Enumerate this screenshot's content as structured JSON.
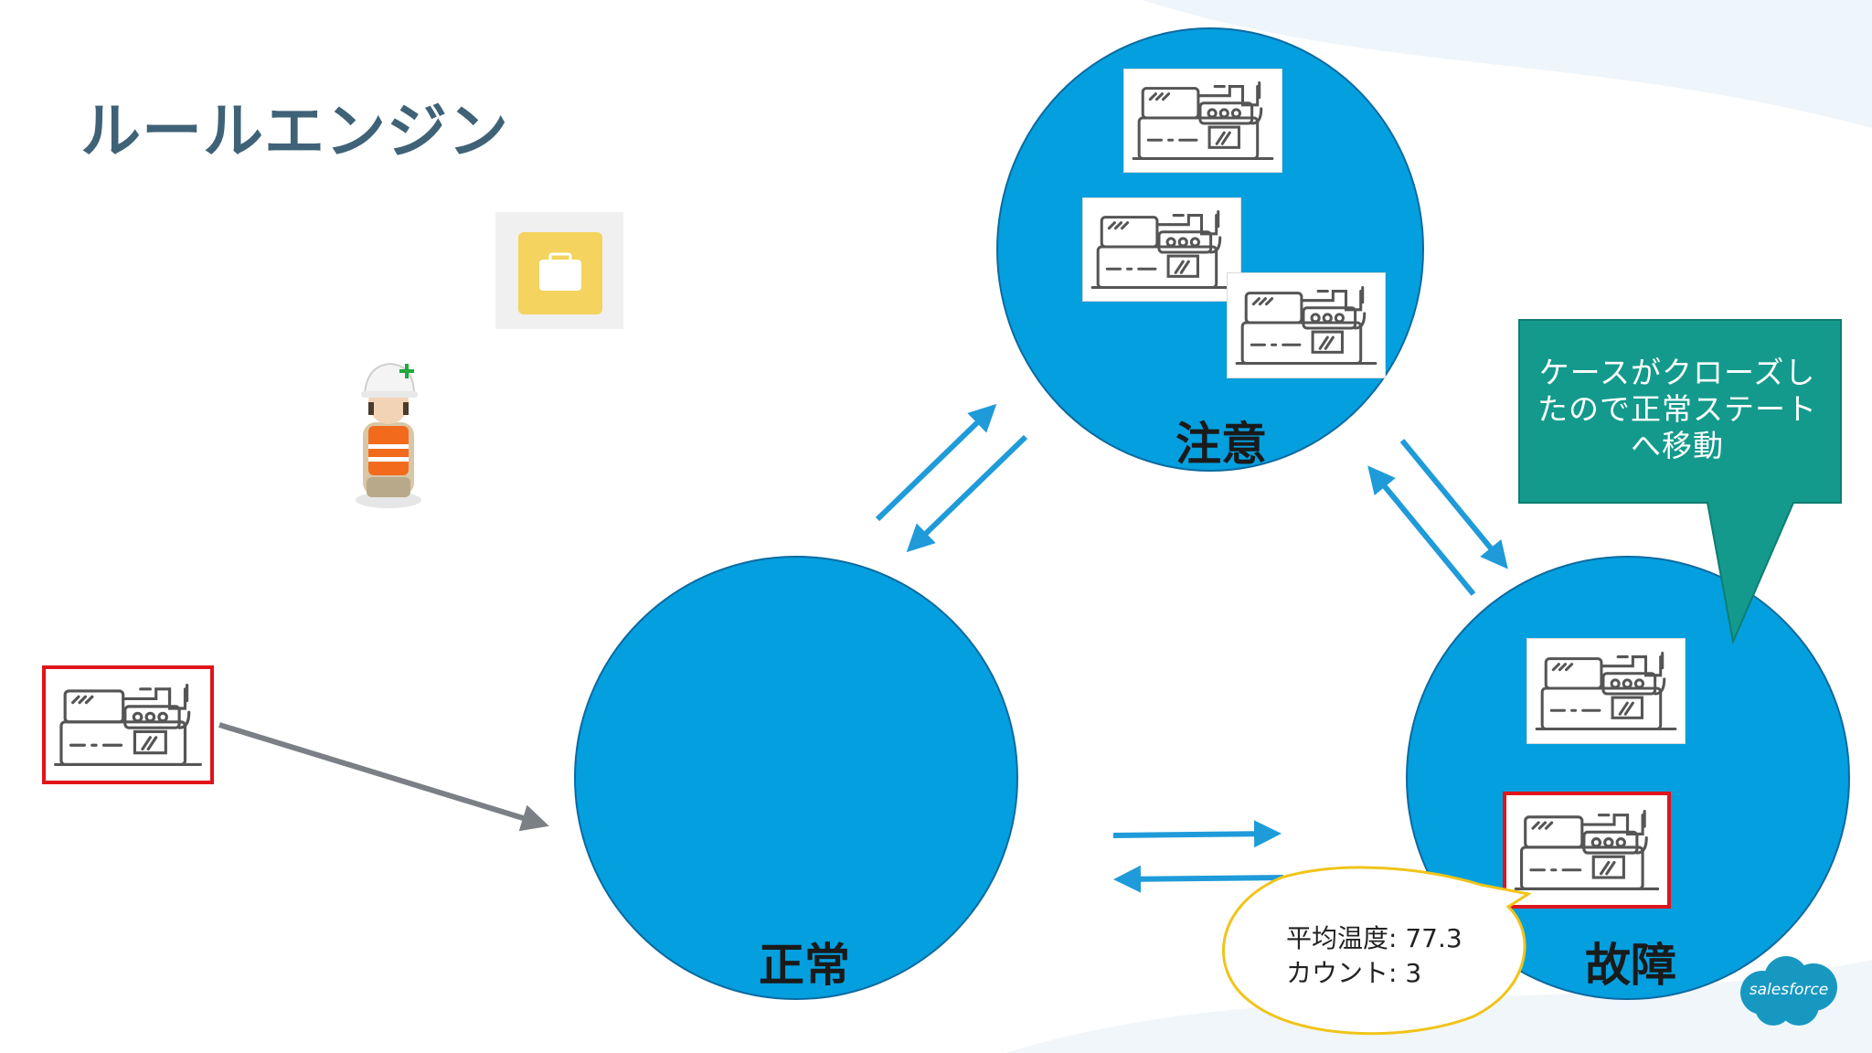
{
  "slide": {
    "title": "ルールエンジン",
    "states": [
      {
        "id": "normal",
        "label": "正常"
      },
      {
        "id": "caution",
        "label": "注意"
      },
      {
        "id": "fault",
        "label": "故障"
      }
    ],
    "callout_lines": [
      "ケースがクローズし",
      "たので正常ステート",
      "へ移動"
    ],
    "bubble_lines": [
      "平均温度: 77.3",
      "カウント: 3"
    ],
    "logo_text": "salesforce"
  },
  "colors": {
    "state_fill": "#049fde",
    "arrow_blue": "#1f9bd9",
    "arrow_gray": "#7b7f86",
    "callout_fill": "#139a8c",
    "bubble_border": "#f0c419",
    "highlight_border": "#e0141b",
    "title_color": "#3f6277",
    "case_icon": "#f4d35e"
  },
  "icons": [
    "machine-icon",
    "worker-icon",
    "briefcase-icon",
    "salesforce-cloud-icon"
  ]
}
